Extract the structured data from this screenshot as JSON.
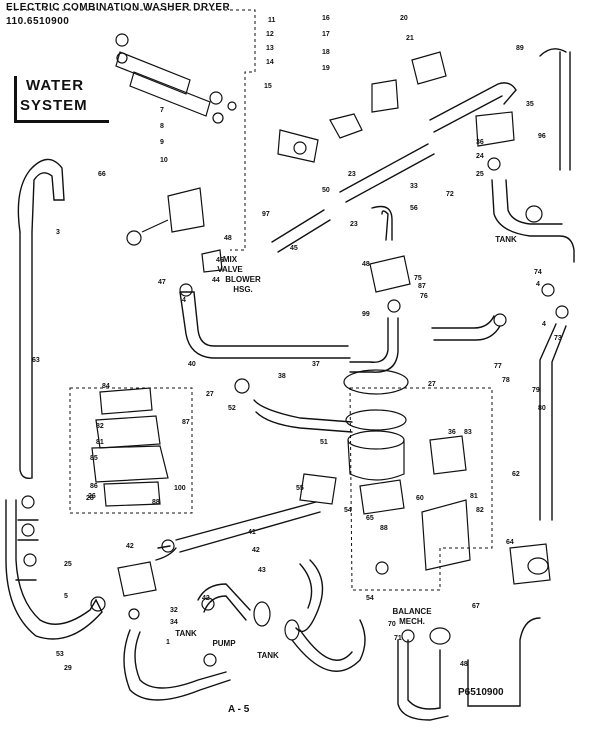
{
  "header": {
    "title": "ELECTRIC COMBINATION WASHER DRYER",
    "model": "110.6510900"
  },
  "section_title": [
    "WATER",
    "SYSTEM"
  ],
  "footer": {
    "page": "A - 5",
    "drawing": "P6510900"
  },
  "text_labels": [
    {
      "id": "mix",
      "lines": [
        "MIX",
        "VALVE",
        "BLOWER",
        "HSG."
      ]
    },
    {
      "id": "tank-right",
      "lines": [
        "TANK"
      ]
    },
    {
      "id": "balance",
      "lines": [
        "BALANCE",
        "MECH."
      ]
    },
    {
      "id": "tank-pump",
      "lines": [
        "TANK",
        "PUMP"
      ]
    },
    {
      "id": "tank-bottom",
      "lines": [
        "TANK"
      ]
    }
  ],
  "part_numbers": [
    "7",
    "8",
    "9",
    "10",
    "11",
    "12",
    "13",
    "14",
    "15",
    "16",
    "17",
    "18",
    "19",
    "20",
    "21",
    "89",
    "35",
    "36",
    "96",
    "24",
    "25",
    "72",
    "33",
    "66",
    "23",
    "50",
    "56",
    "97",
    "23",
    "45",
    "48",
    "47",
    "44",
    "4",
    "48",
    "87",
    "99",
    "4",
    "75",
    "76",
    "77",
    "78",
    "74",
    "4",
    "73",
    "40",
    "38",
    "37",
    "52",
    "27",
    "84",
    "87",
    "82",
    "81",
    "85",
    "86",
    "100",
    "26",
    "27",
    "36",
    "88",
    "51",
    "55",
    "54",
    "65",
    "60",
    "83",
    "81",
    "82",
    "79",
    "80",
    "62",
    "28",
    "25",
    "5",
    "29",
    "3",
    "63",
    "42",
    "41",
    "42",
    "43",
    "32",
    "34",
    "1",
    "42",
    "54",
    "70",
    "71",
    "67",
    "64",
    "48",
    "53",
    "46",
    "88"
  ]
}
